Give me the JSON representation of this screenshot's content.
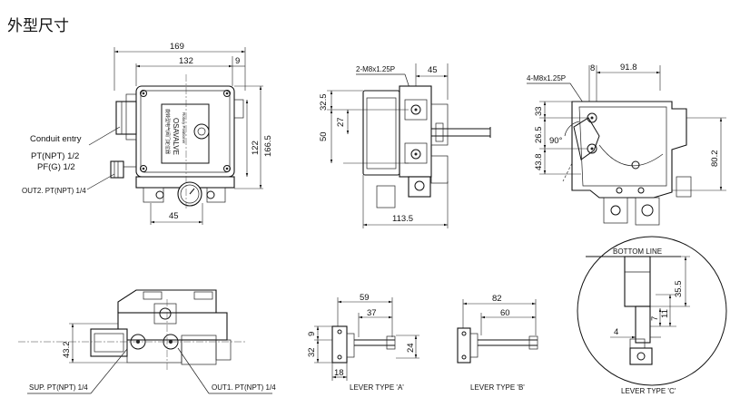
{
  "title": "外型尺寸",
  "front_view": {
    "dim_169": "169",
    "dim_132": "132",
    "dim_9": "9",
    "dim_122": "122",
    "dim_166_5": "166.5",
    "dim_45": "45",
    "conduit_entry": "Conduit entry",
    "pt_npt": "PT(NPT) 1/2",
    "pf_g": "PF(G) 1/2",
    "out2": "OUT2. PT(NPT) 1/4",
    "brand": "OSAVALVE",
    "label_cn": "旋转型电气阀门定位器",
    "label_en": "Rotary Positioner"
  },
  "side_view": {
    "callout": "2-M8x1.25P",
    "dim_45": "45",
    "dim_32_5": "32.5",
    "dim_27": "27",
    "dim_50": "50",
    "dim_113_5": "113.5"
  },
  "rear_view": {
    "callout": "4-M8x1.25P",
    "dim_8": "8",
    "dim_91_8": "91.8",
    "dim_33": "33",
    "dim_26_5": "26.5",
    "dim_43_8": "43.8",
    "angle": "90°",
    "dim_80_2": "80.2"
  },
  "bottom_view": {
    "dim_43_2": "43.2",
    "sup": "SUP. PT(NPT) 1/4",
    "out1": "OUT1. PT(NPT) 1/4"
  },
  "lever_a": {
    "dim_59": "59",
    "dim_37": "37",
    "dim_9": "9",
    "dim_32": "32",
    "dim_24": "24",
    "dim_18": "18",
    "caption": "LEVER TYPE 'A'"
  },
  "lever_b": {
    "dim_82": "82",
    "dim_60": "60",
    "caption": "LEVER TYPE 'B'"
  },
  "lever_c": {
    "bottom_line": "BOTTOM LINE",
    "dim_35_5": "35.5",
    "dim_11": "11",
    "dim_7": "7",
    "dim_4": "4",
    "caption": "LEVER TYPE 'C'"
  }
}
